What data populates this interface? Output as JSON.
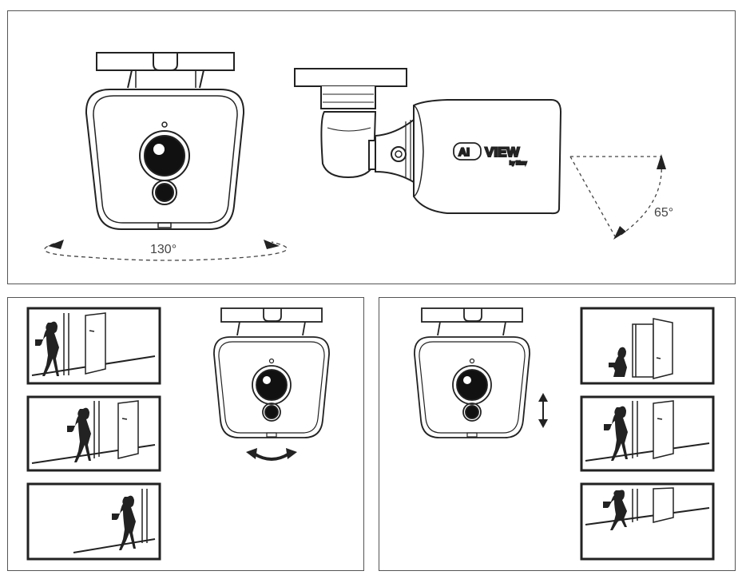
{
  "labels": {
    "pan_angle": "130°",
    "tilt_angle": "65°"
  },
  "brand": {
    "logo_ai": "AI",
    "logo_view": "VIEW",
    "logo_sub": "by Bkav"
  },
  "colors": {
    "line": "#222222",
    "frame": "#555555"
  },
  "icons": {
    "pan_rotation": "curved-double-arrow-icon",
    "tilt_vertical": "vertical-double-arrow-icon"
  }
}
